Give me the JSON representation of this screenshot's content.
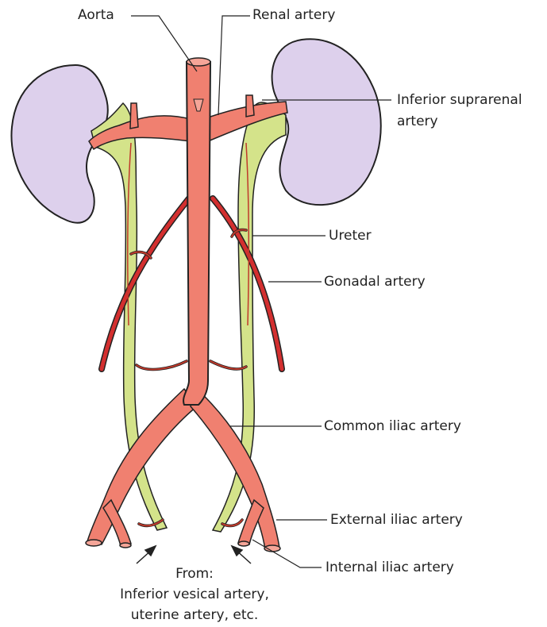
{
  "labels": {
    "aorta": "Aorta",
    "renal_artery": "Renal artery",
    "inferior_suprarenal_line1": "Inferior suprarenal",
    "inferior_suprarenal_line2": "artery",
    "ureter": "Ureter",
    "gonadal_artery": "Gonadal artery",
    "common_iliac_artery": "Common iliac artery",
    "external_iliac_artery": "External iliac artery",
    "internal_iliac_artery": "Internal iliac artery",
    "from_line1": "From:",
    "from_line2": "Inferior vesical artery,",
    "from_line3": "uterine artery, etc."
  },
  "colors": {
    "artery": "#f08070",
    "artery_dark": "#c0392b",
    "gonadal": "#d32f2f",
    "ureter": "#d4e38a",
    "kidney": "#ddd0ec",
    "outline": "#222222"
  }
}
